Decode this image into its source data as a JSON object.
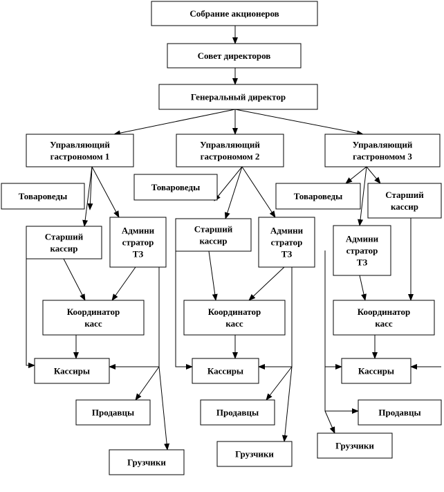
{
  "diagram": {
    "nodes": {
      "shareholders": "Собрание акционеров",
      "board": "Совет директоров",
      "ceo": "Генеральный директор",
      "manager1": [
        "Управляющий",
        "гастрономом 1"
      ],
      "manager2": [
        "Управляющий",
        "гастрономом 2"
      ],
      "manager3": [
        "Управляющий",
        "гастрономом 3"
      ],
      "merch1": "Товароведы",
      "merch2": "Товароведы",
      "merch3": "Товароведы",
      "seniorCashier1": [
        "Старший",
        "кассир"
      ],
      "seniorCashier2": [
        "Старший",
        "кассир"
      ],
      "seniorCashier3": [
        "Старший",
        "кассир"
      ],
      "admin1": [
        "Админи",
        "стратор",
        "ТЗ"
      ],
      "admin2": [
        "Админи",
        "стратор",
        "ТЗ"
      ],
      "admin3": [
        "Админи",
        "стратор",
        "ТЗ"
      ],
      "coord1": [
        "Координатор",
        "касс"
      ],
      "coord2": [
        "Координатор",
        "касс"
      ],
      "coord3": [
        "Координатор",
        "касс"
      ],
      "cashiers1": "Кассиры",
      "cashiers2": "Кассиры",
      "cashiers3": "Кассиры",
      "sellers1": "Продавцы",
      "sellers2": "Продавцы",
      "sellers3": "Продавцы",
      "loaders1": "Грузчики",
      "loaders2": "Грузчики",
      "loaders3": "Грузчики"
    }
  }
}
